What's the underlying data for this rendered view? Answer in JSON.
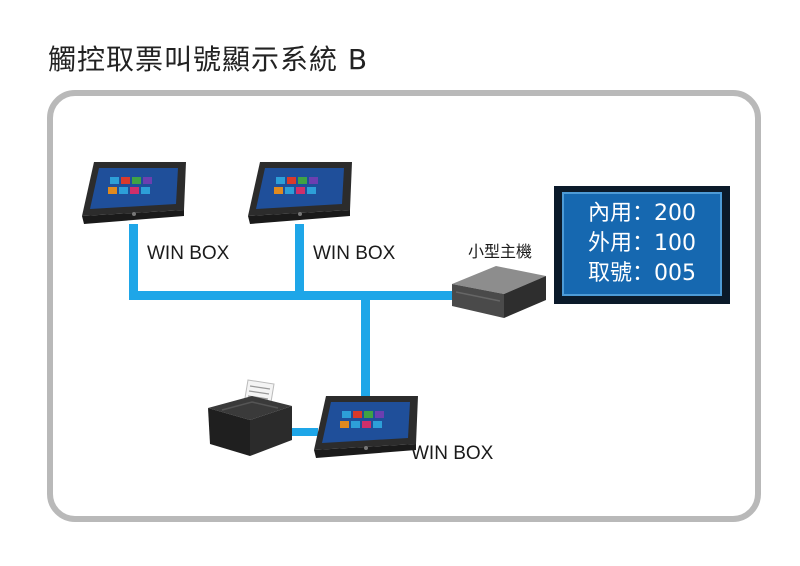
{
  "title": "觸控取票叫號顯示系統 B",
  "devices": {
    "terminal_1_label": "WIN BOX",
    "terminal_2_label": "WIN BOX",
    "terminal_3_label": "WIN BOX",
    "host_label": "小型主機"
  },
  "display": {
    "lines": [
      "內用：200",
      "外用：100",
      "取號：005"
    ]
  },
  "colors": {
    "network": "#1ea6e8",
    "frame": "#b9b9b9",
    "display_bg": "#1668b0"
  }
}
